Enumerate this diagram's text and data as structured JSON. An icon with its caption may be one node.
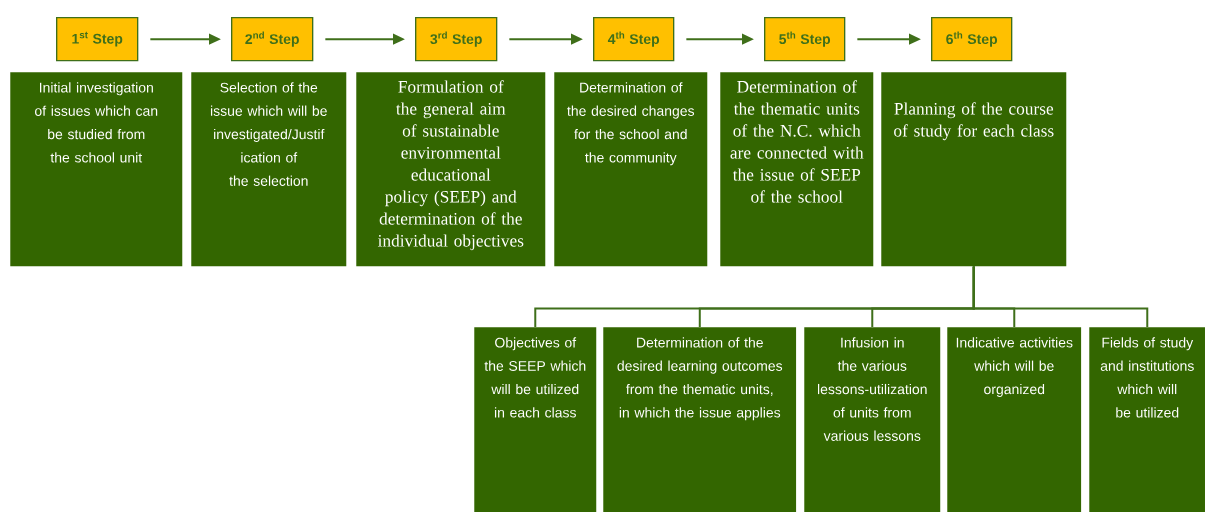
{
  "diagram": {
    "nodes": [
      {
        "text": [
          "1$^{st}$ Step"
        ]
      },
      {
        "text": [
          "2$^{nd}$ Step"
        ]
      },
      {
        "text": [
          "3$^{rd}$ Step"
        ]
      },
      {
        "text": [
          "4$^{th}$ Step"
        ]
      },
      {
        "text": [
          "5$^{th}$ Step"
        ]
      },
      {
        "text": [
          "6$^{th}$ Step"
        ]
      },
      {
        "text": [
          "Initial investigation of issues which can be studied from the school unit"
        ]
      },
      {
        "text": [
          "Selection of the issue which will be investigated/Justif ication of the selection"
        ]
      },
      {
        "text": [
          "Formulation of the general aim of sustainable environmental educational policy (SEEP) and determination of the individual objectives"
        ]
      },
      {
        "text": [
          "Determination of the desired changes for the school and the community"
        ]
      },
      {
        "text": [
          "Determination of the thematic units of the N.C. which are connected with the issue of SEEP of the school"
        ]
      },
      {
        "text": [
          "Planning of the course of study for each class"
        ]
      },
      {
        "text": [
          "Objectives of the SEEP which will be utilized in each class"
        ]
      },
      {
        "text": [
          "Determination of the desired learning outcomes from the thematic units, in which the issue applies"
        ]
      },
      {
        "text": [
          "Infusion in the various lessons-utilization of units from various lessons"
        ]
      },
      {
        "text": [
          "Indicative activities which will be organized"
        ]
      },
      {
        "text": [
          "Fields of study and institutions which will be utilized"
        ]
      }
    ],
    "edges": [
      {
        "from": 0,
        "to": 1,
        "arrow": "to"
      },
      {
        "from": 1,
        "to": 2,
        "arrow": "to"
      },
      {
        "from": 2,
        "to": 3,
        "arrow": "to"
      },
      {
        "from": 3,
        "to": 4,
        "arrow": "to"
      },
      {
        "from": 4,
        "to": 5,
        "arrow": "to"
      },
      {
        "from": 11,
        "to": 12,
        "arrow": "none"
      },
      {
        "from": 11,
        "to": 13,
        "arrow": "none"
      },
      {
        "from": 11,
        "to": 14,
        "arrow": "none"
      },
      {
        "from": 11,
        "to": 15,
        "arrow": "none"
      },
      {
        "from": 11,
        "to": 16,
        "arrow": "none"
      }
    ]
  }
}
